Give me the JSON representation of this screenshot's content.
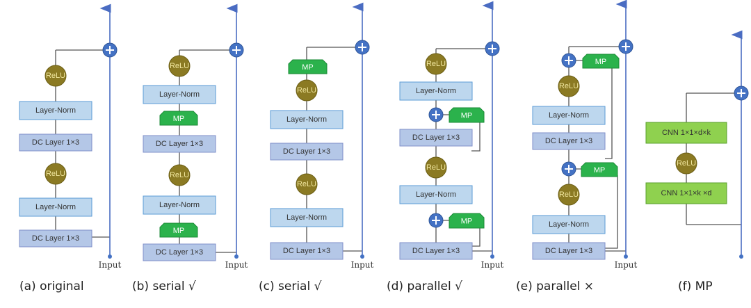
{
  "colors": {
    "layer_norm_fill": "#bdd7ee",
    "dc_layer_fill": "#b4c7e7",
    "cnn_fill": "#8fd14f",
    "mp_fill": "#2bb24c",
    "relu_fill": "#8b7a23",
    "plus_fill": "#4472c4",
    "arrow": "#4a6cc2"
  },
  "icons": {
    "add": "plus-circle-icon",
    "arrow": "arrow-up-icon"
  },
  "labels": {
    "relu": "ReLU",
    "layer_norm": "Layer-Norm",
    "dc_layer": "DC Layer 1×3",
    "mp": "MP",
    "input": "Input",
    "plus": "+",
    "cnn_top": "CNN 1×1×d×k",
    "cnn_bottom": "CNN 1×1×k ×d"
  },
  "captions": {
    "a": "(a) original",
    "b": "(b) serial √",
    "c": "(c) serial √",
    "d": "(d) parallel √",
    "e": "(e) parallel ×",
    "f": "(f) MP"
  }
}
